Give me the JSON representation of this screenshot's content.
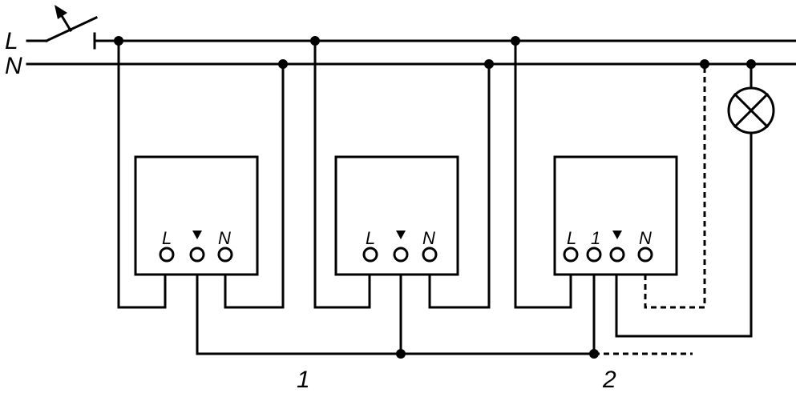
{
  "lines": {
    "phase": "L",
    "neutral": "N"
  },
  "terminals": {
    "L": "L",
    "N": "N",
    "one": "1",
    "arrow": "▼"
  },
  "captions": {
    "first": "1",
    "second": "2"
  },
  "icons": {
    "lamp": "lamp-cross-icon",
    "switch": "switch-icon",
    "arrow": "arrow-down-icon"
  }
}
